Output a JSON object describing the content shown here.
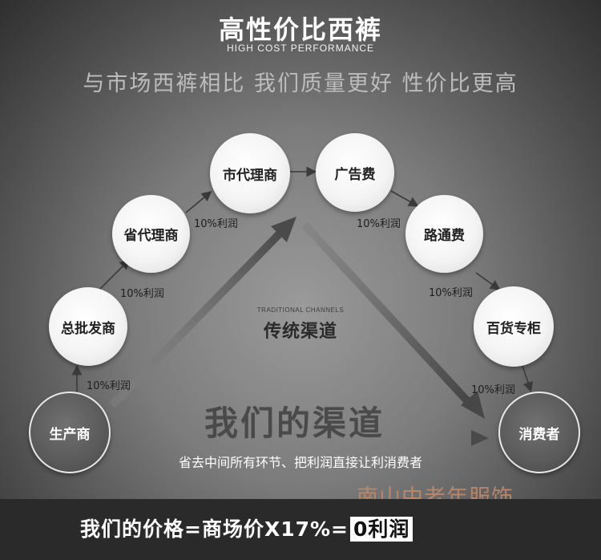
{
  "header": {
    "title": "高性价比西裤",
    "subtitle": "HIGH COST PERFORMANCE",
    "tagline": "与市场西裤相比 我们质量更好 性价比更高"
  },
  "nodes": {
    "producer": "生产商",
    "wholesaler": "总批发商",
    "provincial_agent": "省代理商",
    "city_agent": "市代理商",
    "ad_fee": "广告费",
    "road_fee": "路通费",
    "department_store": "百货专柜",
    "consumer": "消费者"
  },
  "profit_labels": {
    "p1": "10%利润",
    "p2": "10%利润",
    "p3": "10%利润",
    "p4": "10%利润",
    "p5": "10%利润",
    "p6": "10%利润"
  },
  "traditional": {
    "en": "TRADITIONAL CHANNELS",
    "cn": "传统渠道"
  },
  "our_channel": {
    "title": "我们的渠道",
    "description": "省去中间所有环节、把利润直接让利消费者"
  },
  "watermark": "南山中老年服饰",
  "formula": {
    "text": "我们的价格=商场价X17%=",
    "highlight": "0利润"
  }
}
